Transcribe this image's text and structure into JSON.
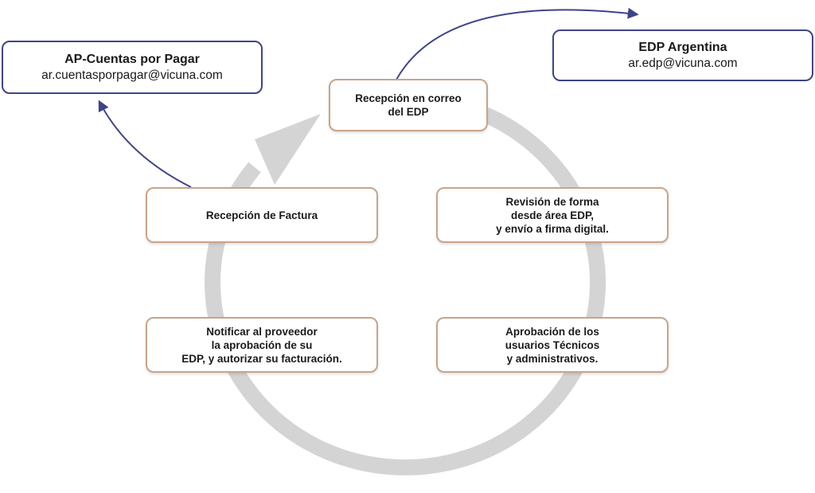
{
  "contacts": {
    "ap": {
      "title": "AP-Cuentas por Pagar",
      "email": "ar.cuentasporpagar@vicuna.com"
    },
    "edp": {
      "title": "EDP Argentina",
      "email": "ar.edp@vicuna.com"
    }
  },
  "steps": {
    "recepcion_correo": [
      "Recepción en correo",
      "del EDP"
    ],
    "revision_forma": [
      "Revisión de forma",
      "desde área EDP,",
      "y envío a firma digital."
    ],
    "aprobacion": [
      "Aprobación de los",
      "usuarios Técnicos",
      "y administrativos."
    ],
    "notificar": [
      "Notificar al proveedor",
      "la aprobación de su",
      "EDP, y autorizar su facturación."
    ],
    "recepcion_factura": [
      "Recepción de Factura"
    ]
  },
  "colors": {
    "cycle_ring": "#d4d4d4",
    "step_border": "#c8a48a",
    "contact_border": "#3f4488",
    "arrow": "#3f4488"
  }
}
